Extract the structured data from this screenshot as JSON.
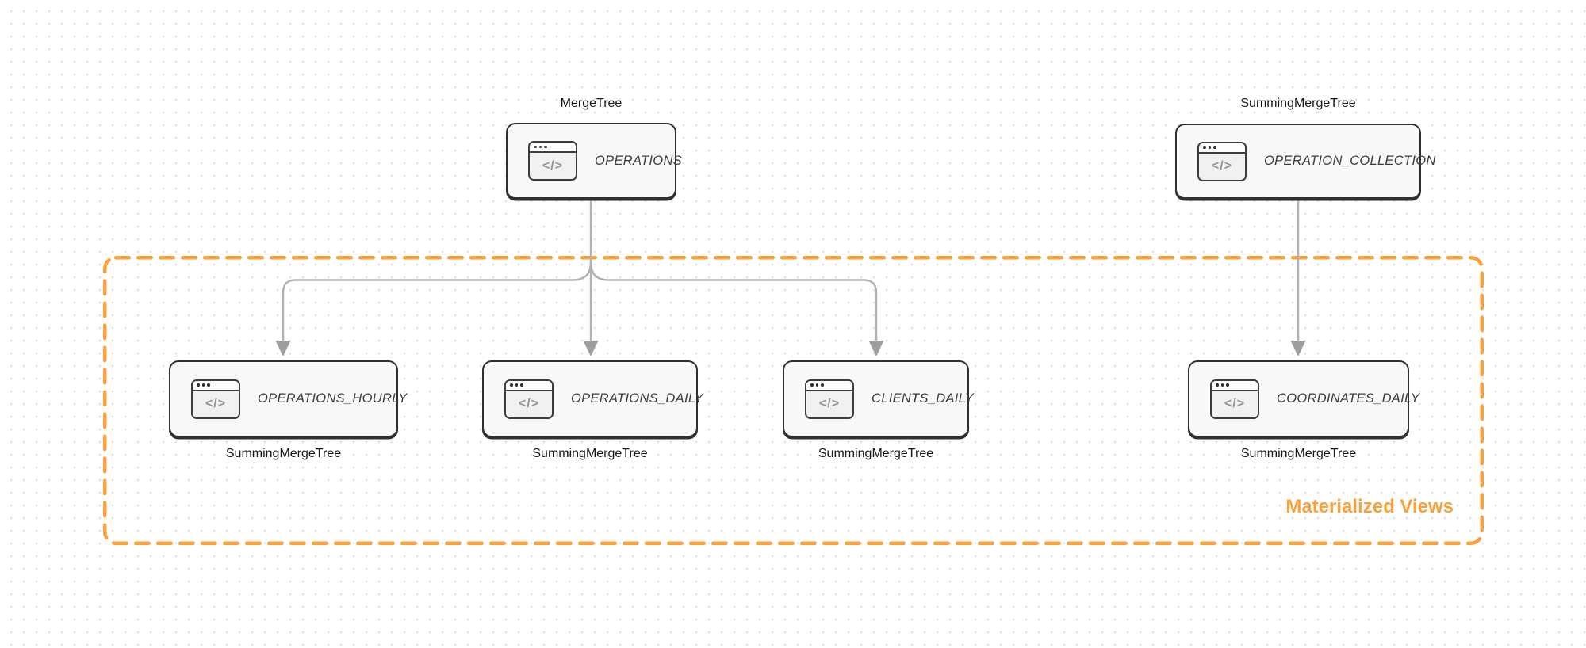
{
  "canvas": {
    "background": "#ffffff",
    "dot_grid_color": "#e3e3e7"
  },
  "icons": {
    "code_glyph": "</>"
  },
  "colors": {
    "node_border": "#2e3033",
    "node_bg": "#f7f8f7",
    "edge_line": "#b2b2b2",
    "arrowhead": "#9e9e9e",
    "group_accent": "#F9A23C"
  },
  "group": {
    "label": "Materialized Views"
  },
  "nodes": [
    {
      "id": "operations",
      "title": "OPERATIONS",
      "engine": "MergeTree",
      "engine_label_position": "top"
    },
    {
      "id": "operation_collection",
      "title": "OPERATION_COLLECTION",
      "engine": "SummingMergeTree",
      "engine_label_position": "top"
    },
    {
      "id": "operations_hourly",
      "title": "OPERATIONS_HOURLY",
      "engine": "SummingMergeTree",
      "engine_label_position": "bottom"
    },
    {
      "id": "operations_daily",
      "title": "OPERATIONS_DAILY",
      "engine": "SummingMergeTree",
      "engine_label_position": "bottom"
    },
    {
      "id": "clients_daily",
      "title": "CLIENTS_DAILY",
      "engine": "SummingMergeTree",
      "engine_label_position": "bottom"
    },
    {
      "id": "coordinates_daily",
      "title": "COORDINATES_DAILY",
      "engine": "SummingMergeTree",
      "engine_label_position": "bottom"
    }
  ],
  "edges": [
    {
      "from": "operations",
      "to": "operations_hourly"
    },
    {
      "from": "operations",
      "to": "operations_daily"
    },
    {
      "from": "operations",
      "to": "clients_daily"
    },
    {
      "from": "operation_collection",
      "to": "coordinates_daily"
    }
  ]
}
